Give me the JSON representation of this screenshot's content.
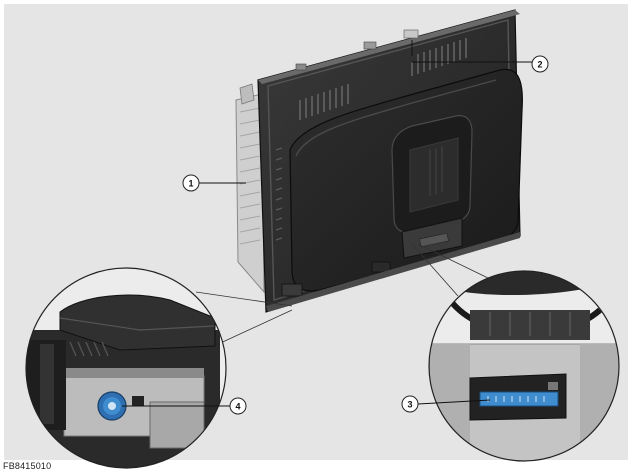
{
  "figure": {
    "code": "FB8415010",
    "callouts": [
      {
        "id": "1",
        "label": "1"
      },
      {
        "id": "2",
        "label": "2"
      },
      {
        "id": "3",
        "label": "3"
      },
      {
        "id": "4",
        "label": "4"
      }
    ]
  },
  "colors": {
    "background": "#e5e5e5",
    "frame": "#ffffff",
    "housing_dark": "#2a2a2a",
    "housing_side": "#d0d0d0",
    "port_blue": "#3f8ccf"
  }
}
